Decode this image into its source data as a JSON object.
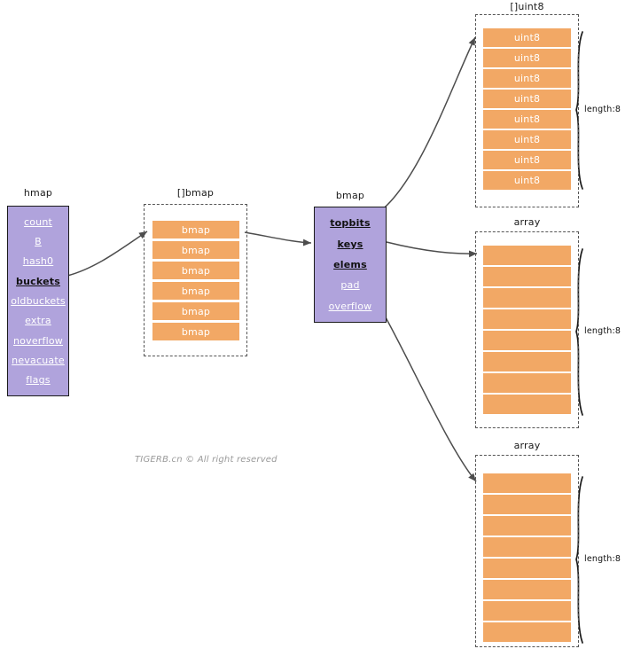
{
  "colors": {
    "struct_fill": "#b0a3dc",
    "struct_stroke": "#1a1a1a",
    "cell_fill": "#f2a865",
    "dashed_stroke": "#555555",
    "arrow_stroke": "#4d4d4d",
    "watermark": "#9a9a9a"
  },
  "hmap": {
    "title": "hmap",
    "fields": [
      {
        "label": "count",
        "emphasis": false
      },
      {
        "label": "B",
        "emphasis": false
      },
      {
        "label": "hash0",
        "emphasis": false
      },
      {
        "label": "buckets",
        "emphasis": true
      },
      {
        "label": "oldbuckets",
        "emphasis": false
      },
      {
        "label": "extra",
        "emphasis": false
      },
      {
        "label": "noverflow",
        "emphasis": false
      },
      {
        "label": "nevacuate",
        "emphasis": false
      },
      {
        "label": "flags",
        "emphasis": false
      }
    ]
  },
  "bmap_slice": {
    "title": "[]bmap",
    "cells": [
      "bmap",
      "bmap",
      "bmap",
      "bmap",
      "bmap",
      "bmap"
    ]
  },
  "bmap": {
    "title": "bmap",
    "fields": [
      {
        "label": "topbits",
        "emphasis": true
      },
      {
        "label": "keys",
        "emphasis": true
      },
      {
        "label": "elems",
        "emphasis": true
      },
      {
        "label": "pad",
        "emphasis": false
      },
      {
        "label": "overflow",
        "emphasis": false
      }
    ]
  },
  "uint8_slice": {
    "title": "[]uint8",
    "cells": [
      "uint8",
      "uint8",
      "uint8",
      "uint8",
      "uint8",
      "uint8",
      "uint8",
      "uint8"
    ],
    "brace_label": "length:8"
  },
  "keys_array": {
    "title": "array",
    "cells": [
      "",
      "",
      "",
      "",
      "",
      "",
      "",
      ""
    ],
    "brace_label": "length:8"
  },
  "elems_array": {
    "title": "array",
    "cells": [
      "",
      "",
      "",
      "",
      "",
      "",
      "",
      ""
    ],
    "brace_label": "length:8"
  },
  "watermark": {
    "text": "TIGERB.cn © All right reserved"
  }
}
